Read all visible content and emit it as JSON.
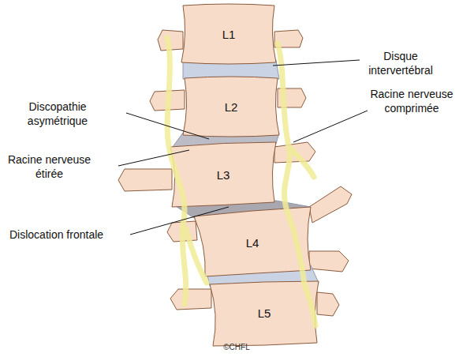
{
  "diagram": {
    "nodes": [
      {
        "text": [
          "L1"
        ]
      },
      {
        "text": [
          "L2"
        ]
      },
      {
        "text": [
          "L3"
        ]
      },
      {
        "text": [
          "L4"
        ]
      },
      {
        "text": [
          "L5"
        ]
      }
    ],
    "labels": [
      "Disque intervertébral",
      "Discopathie asymétrique",
      "Racine nerveuse comprimée",
      "Racine nerveuse étirée",
      "Dislocation frontale",
      "©CHFL"
    ]
  }
}
